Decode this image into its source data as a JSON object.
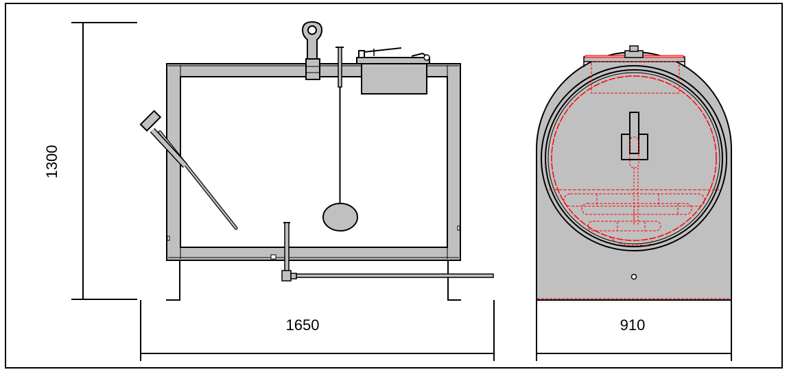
{
  "dimensions": {
    "height_label": "1300",
    "length_label": "1650",
    "width_label": "910"
  },
  "colors": {
    "frame_fill": "#c0c0c0",
    "outline": "#000000",
    "hidden_lines": "#ff0000",
    "background": "#ffffff"
  }
}
